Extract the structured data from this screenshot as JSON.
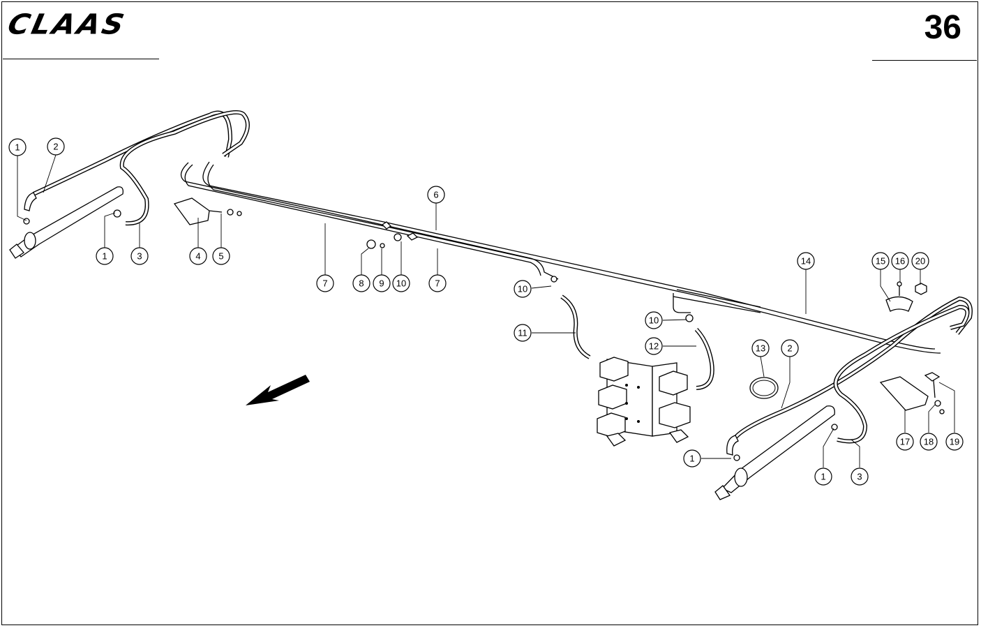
{
  "header": {
    "brand": "CLAAS",
    "page_number": "36"
  },
  "callouts": [
    {
      "label": "1"
    },
    {
      "label": "2"
    },
    {
      "label": "1"
    },
    {
      "label": "3"
    },
    {
      "label": "4"
    },
    {
      "label": "5"
    },
    {
      "label": "6"
    },
    {
      "label": "7"
    },
    {
      "label": "8"
    },
    {
      "label": "9"
    },
    {
      "label": "10"
    },
    {
      "label": "7"
    },
    {
      "label": "10"
    },
    {
      "label": "11"
    },
    {
      "label": "10"
    },
    {
      "label": "12"
    },
    {
      "label": "13"
    },
    {
      "label": "2"
    },
    {
      "label": "14"
    },
    {
      "label": "15"
    },
    {
      "label": "16"
    },
    {
      "label": "20"
    },
    {
      "label": "17"
    },
    {
      "label": "18"
    },
    {
      "label": "19"
    },
    {
      "label": "1"
    },
    {
      "label": "1"
    },
    {
      "label": "3"
    }
  ]
}
